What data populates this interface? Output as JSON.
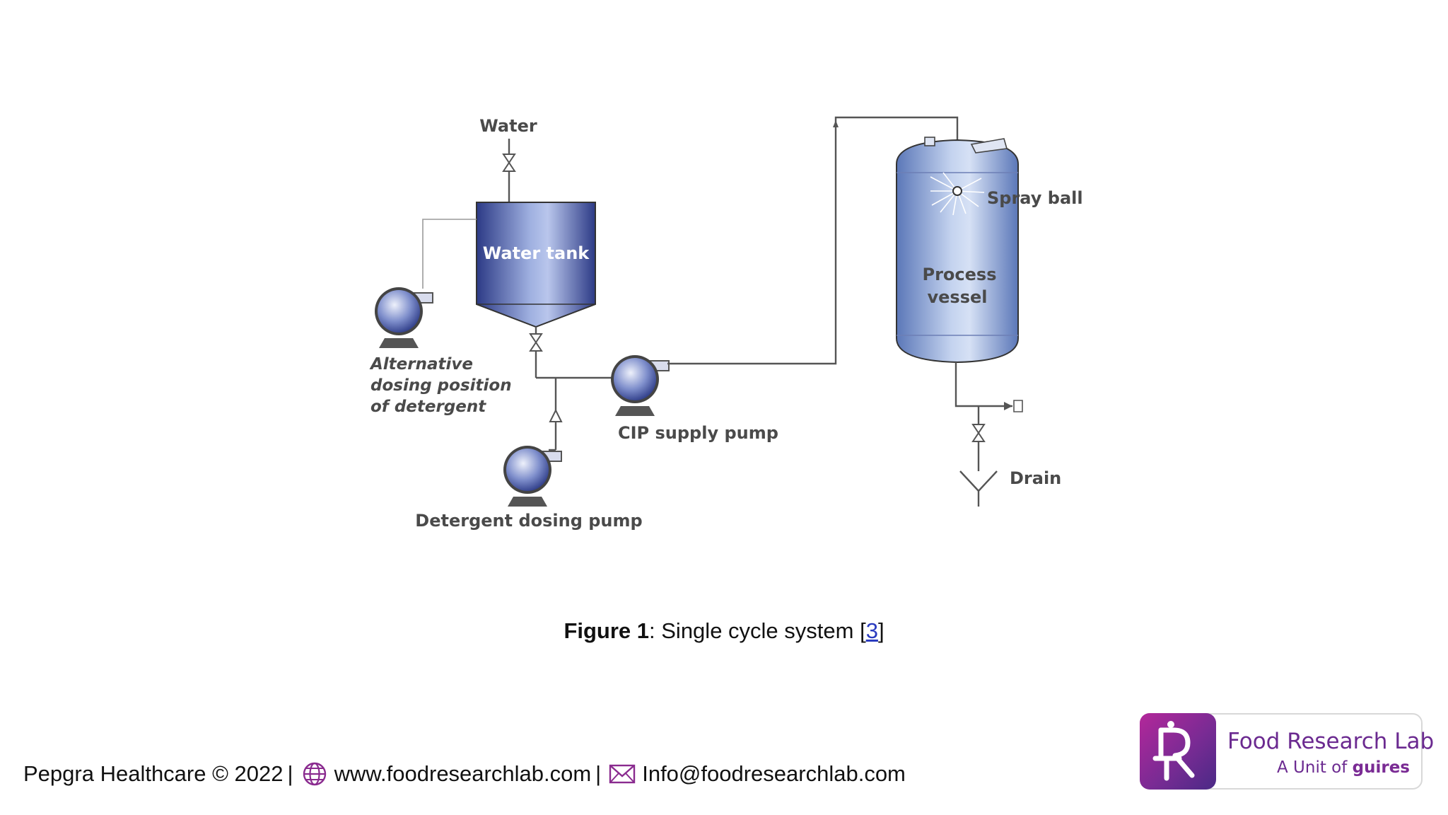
{
  "diagram": {
    "labels": {
      "water": "Water",
      "water_tank": "Water tank",
      "spray_ball": "Spray ball",
      "process_line1": "Process",
      "process_line2": "vessel",
      "alt_line1": "Alternative",
      "alt_line2": "dosing position",
      "alt_line3": "of detergent",
      "cip_pump": "CIP supply pump",
      "detergent_pump": "Detergent dosing pump",
      "drain": "Drain"
    },
    "colors": {
      "vessel_dark": "#2f3f8f",
      "vessel_light": "#c9d7f0",
      "pipe": "#555555"
    }
  },
  "caption": {
    "label": "Figure 1",
    "text": ": Single cycle system [",
    "ref": "3",
    "end": "]"
  },
  "footer": {
    "copyright": "Pepgra Healthcare © 2022",
    "separator": "|",
    "website": "www.foodresearchlab.com",
    "email": "Info@foodresearchlab.com",
    "globe_icon": "globe-icon",
    "mail_icon": "mail-icon"
  },
  "logo": {
    "brand": "Food Research Lab",
    "unit_prefix": "A Unit of ",
    "unit_name": "guires",
    "accent": "#7a2b94"
  }
}
